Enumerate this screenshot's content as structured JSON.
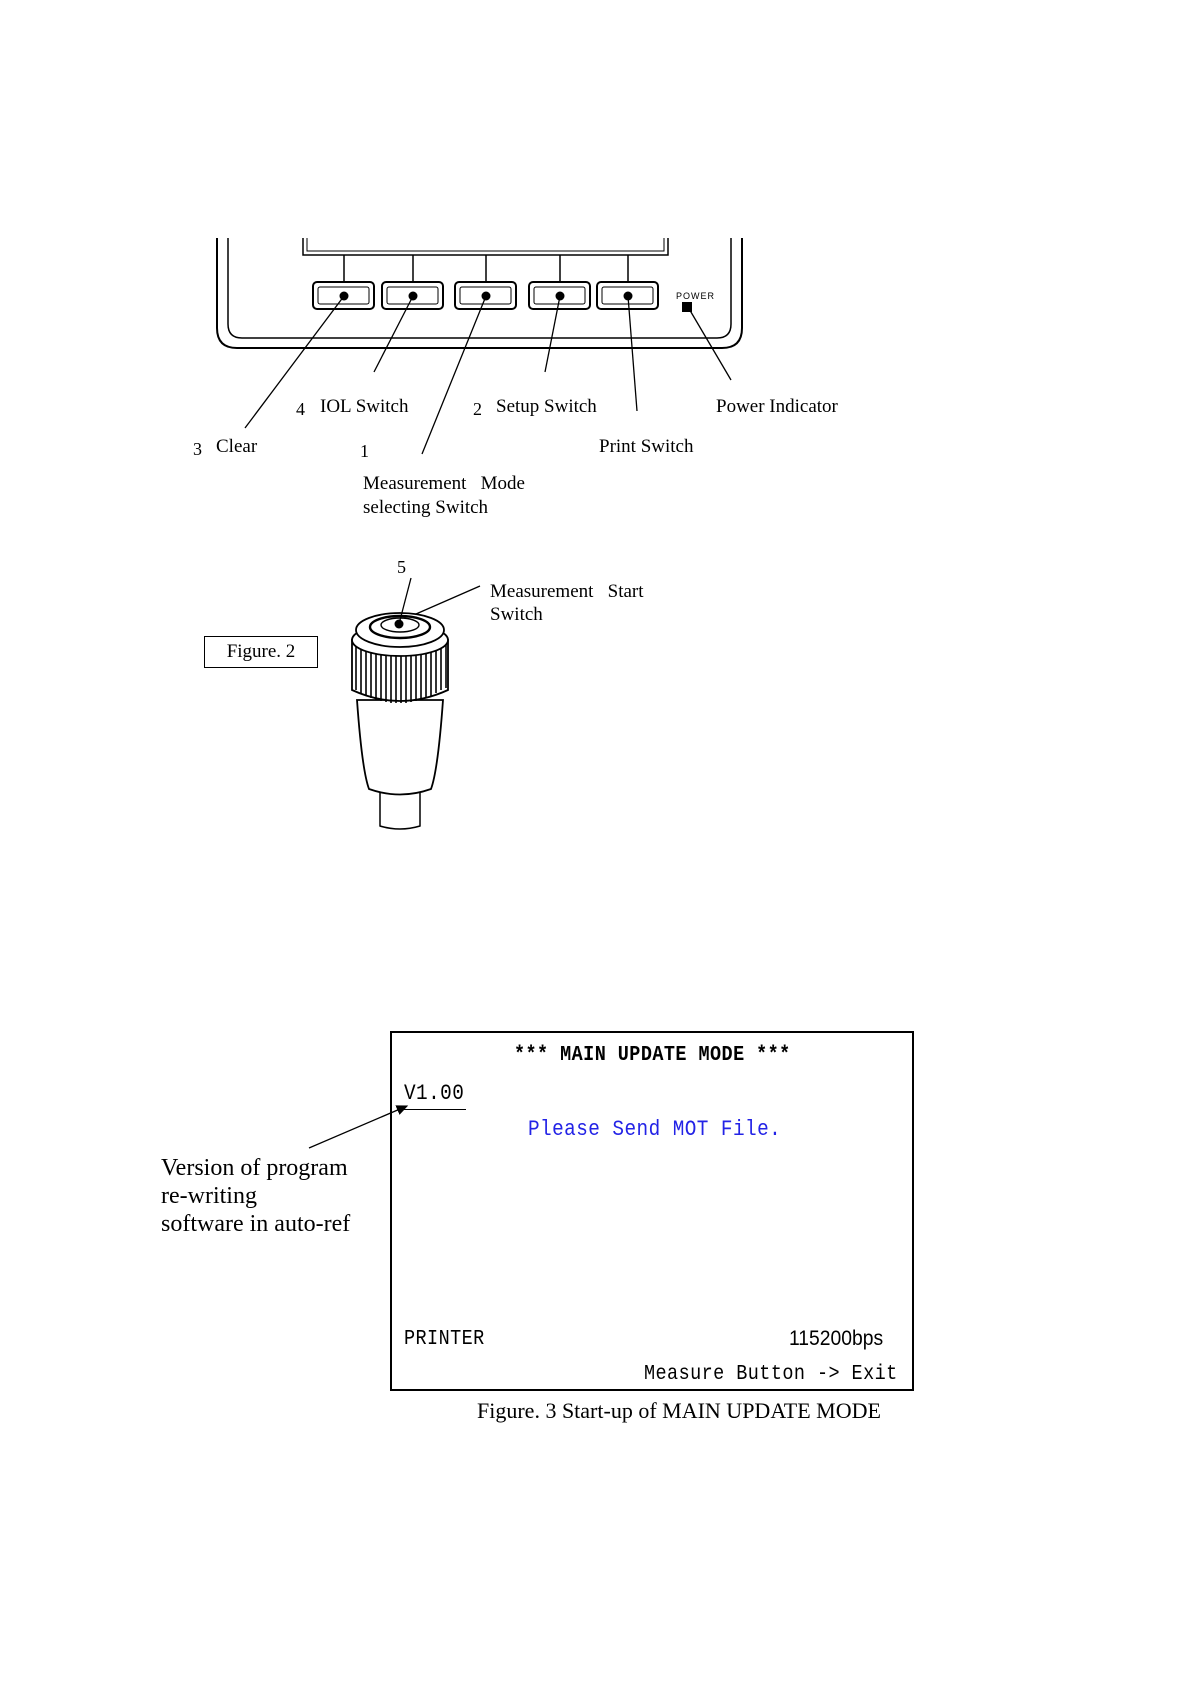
{
  "figure2": {
    "labels": {
      "num_4": "4",
      "iol_switch": "IOL Switch",
      "num_2": "2",
      "setup_switch": "Setup Switch",
      "power_indicator": "Power Indicator",
      "num_3": "3",
      "clear": "Clear",
      "num_1": "1",
      "print_switch": "Print Switch",
      "mode_line1": "Measurement   Mode",
      "mode_line2": "selecting Switch",
      "num_5": "5",
      "start_line1": "Measurement   Start",
      "start_line2": "Switch",
      "power_mark": "POWER"
    },
    "caption": "Figure. 2"
  },
  "figure3": {
    "screen": {
      "title": "*** MAIN UPDATE MODE ***",
      "version": "V1.00",
      "message": "Please Send MOT File.",
      "printer": "PRINTER",
      "baud": "115200bps",
      "exit_hint": "Measure Button -> Exit",
      "message_color": "#2323e6"
    },
    "annotation": {
      "line1": "Version of program",
      "line2": "re-writing",
      "line3": "software in auto-ref"
    },
    "caption": "Figure. 3 Start-up of MAIN UPDATE MODE"
  }
}
